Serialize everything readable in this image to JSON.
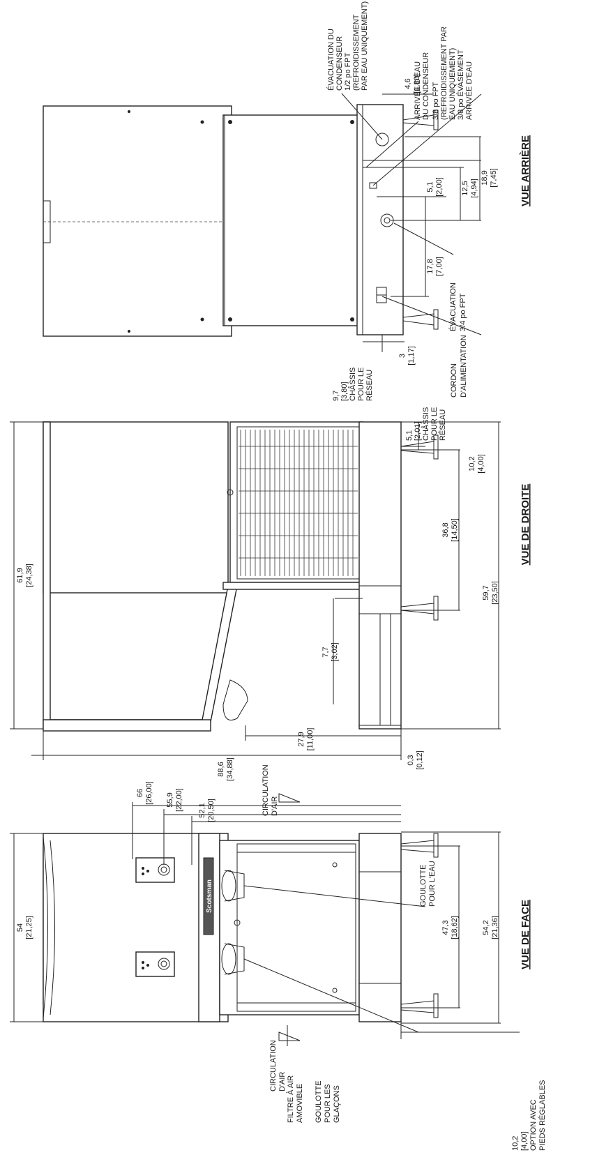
{
  "titles": {
    "rear": "VUE ARRIÈRE",
    "right": "VUE DE DROITE",
    "front": "VUE DE FACE"
  },
  "brand": "Scotsman",
  "rear_view": {
    "labels": {
      "condenser_drain": [
        "ÉVACUATION DU",
        "CONDENSEUR",
        "1/2 po FPT",
        "(REFROIDISSEMENT",
        "PAR EAU UNIQUEMENT)"
      ],
      "condenser_water_inlet": [
        "ARRIVÉE D'EAU",
        "DU CONDENSEUR",
        "3/8 po FPT",
        "(REFROIDISSEMENT PAR",
        "EAU UNIQUEMENT)",
        "3/8 po ÉVASEMENT",
        "ARRIVÉE D'EAU"
      ],
      "drain": [
        "ÉVACUATION",
        "3/4 po FPT"
      ],
      "power_cord": [
        "CORDON",
        "D'ALIMENTATION"
      ],
      "network_chassis": [
        "9,7",
        "[3,80]",
        "CHÂSSIS",
        "POUR LE",
        "RÉSEAU"
      ]
    },
    "dims": [
      {
        "v": "4,6",
        "b": "[1,80]"
      },
      {
        "v": "5,1",
        "b": "[2,00]"
      },
      {
        "v": "12,5",
        "b": "[4,94]"
      },
      {
        "v": "18,9",
        "b": "[7,45]"
      },
      {
        "v": "17,8",
        "b": "[7,00]"
      },
      {
        "v": "3",
        "b": "[1,17]"
      }
    ]
  },
  "right_view": {
    "labels": {
      "network_chassis": [
        "5,1",
        "[2,01]",
        "CHÂSSIS",
        "POUR LE",
        "RÉSEAU"
      ]
    },
    "dims": [
      {
        "v": "61,9",
        "b": "[24,38]"
      },
      {
        "v": "10,2",
        "b": "[4,00]"
      },
      {
        "v": "36,8",
        "b": "[14,50]"
      },
      {
        "v": "59,7",
        "b": "[23,50]"
      },
      {
        "v": "7,7",
        "b": "[3,02]"
      },
      {
        "v": "27,9",
        "b": "[11,00]"
      },
      {
        "v": "88,6",
        "b": "[34,88]"
      },
      {
        "v": "0,3",
        "b": "[0,12]"
      }
    ]
  },
  "front_view": {
    "labels": {
      "air_circulation": [
        "CIRCULATION",
        "D'AIR"
      ],
      "water_chute": [
        "GOULOTTE",
        "POUR L'EAU"
      ],
      "air_filter": [
        "FILTRE À AIR",
        "AMOVIBLE"
      ],
      "ice_chute": [
        "GOULOTTE",
        "POUR LES",
        "GLAÇONS"
      ],
      "air_circulation_2": [
        "CIRCULATION",
        "D'AIR"
      ],
      "adjustable_feet": [
        "10,2",
        "[4,00]",
        "OPTION AVEC",
        "PIEDS RÉGLABLES"
      ]
    },
    "dims": [
      {
        "v": "66",
        "b": "[26,00]"
      },
      {
        "v": "55,9",
        "b": "[22,00]"
      },
      {
        "v": "52,1",
        "b": "[20,50]"
      },
      {
        "v": "54",
        "b": "[21,25]"
      },
      {
        "v": "47,3",
        "b": "[18,62]"
      },
      {
        "v": "54,2",
        "b": "[21,36]"
      }
    ]
  }
}
